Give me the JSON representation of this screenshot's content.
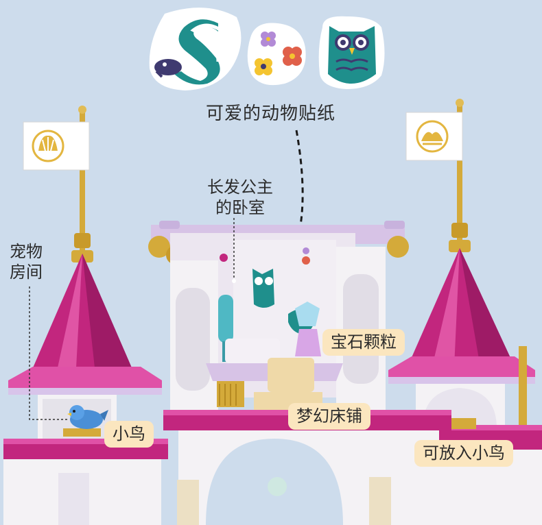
{
  "labels": {
    "stickers": "可爱的动物贴纸",
    "bedroom_line1": "长发公主",
    "bedroom_line2": "的卧室",
    "pet_room_line1": "宠物",
    "pet_room_line2": "房间",
    "gem": "宝石颗粒",
    "bed": "梦幻床铺",
    "bird": "小鸟",
    "bird_slot": "可放入小鸟"
  },
  "colors": {
    "background": "#cddcec",
    "roof_magenta": "#c2267e",
    "wall_white": "#f4f2f5",
    "lavender": "#d7c3e6",
    "gold": "#d4aa3a",
    "tag_bg": "#fbe6bf",
    "sticker_teal": "#1f8f8c"
  },
  "icons": {
    "skunk_sticker": "skunk-sticker-icon",
    "flower_sticker": "flower-sticker-icon",
    "owl_sticker": "owl-sticker-icon",
    "shell_flag": "shell-flag-icon",
    "lotus_flag": "lotus-flag-icon"
  }
}
